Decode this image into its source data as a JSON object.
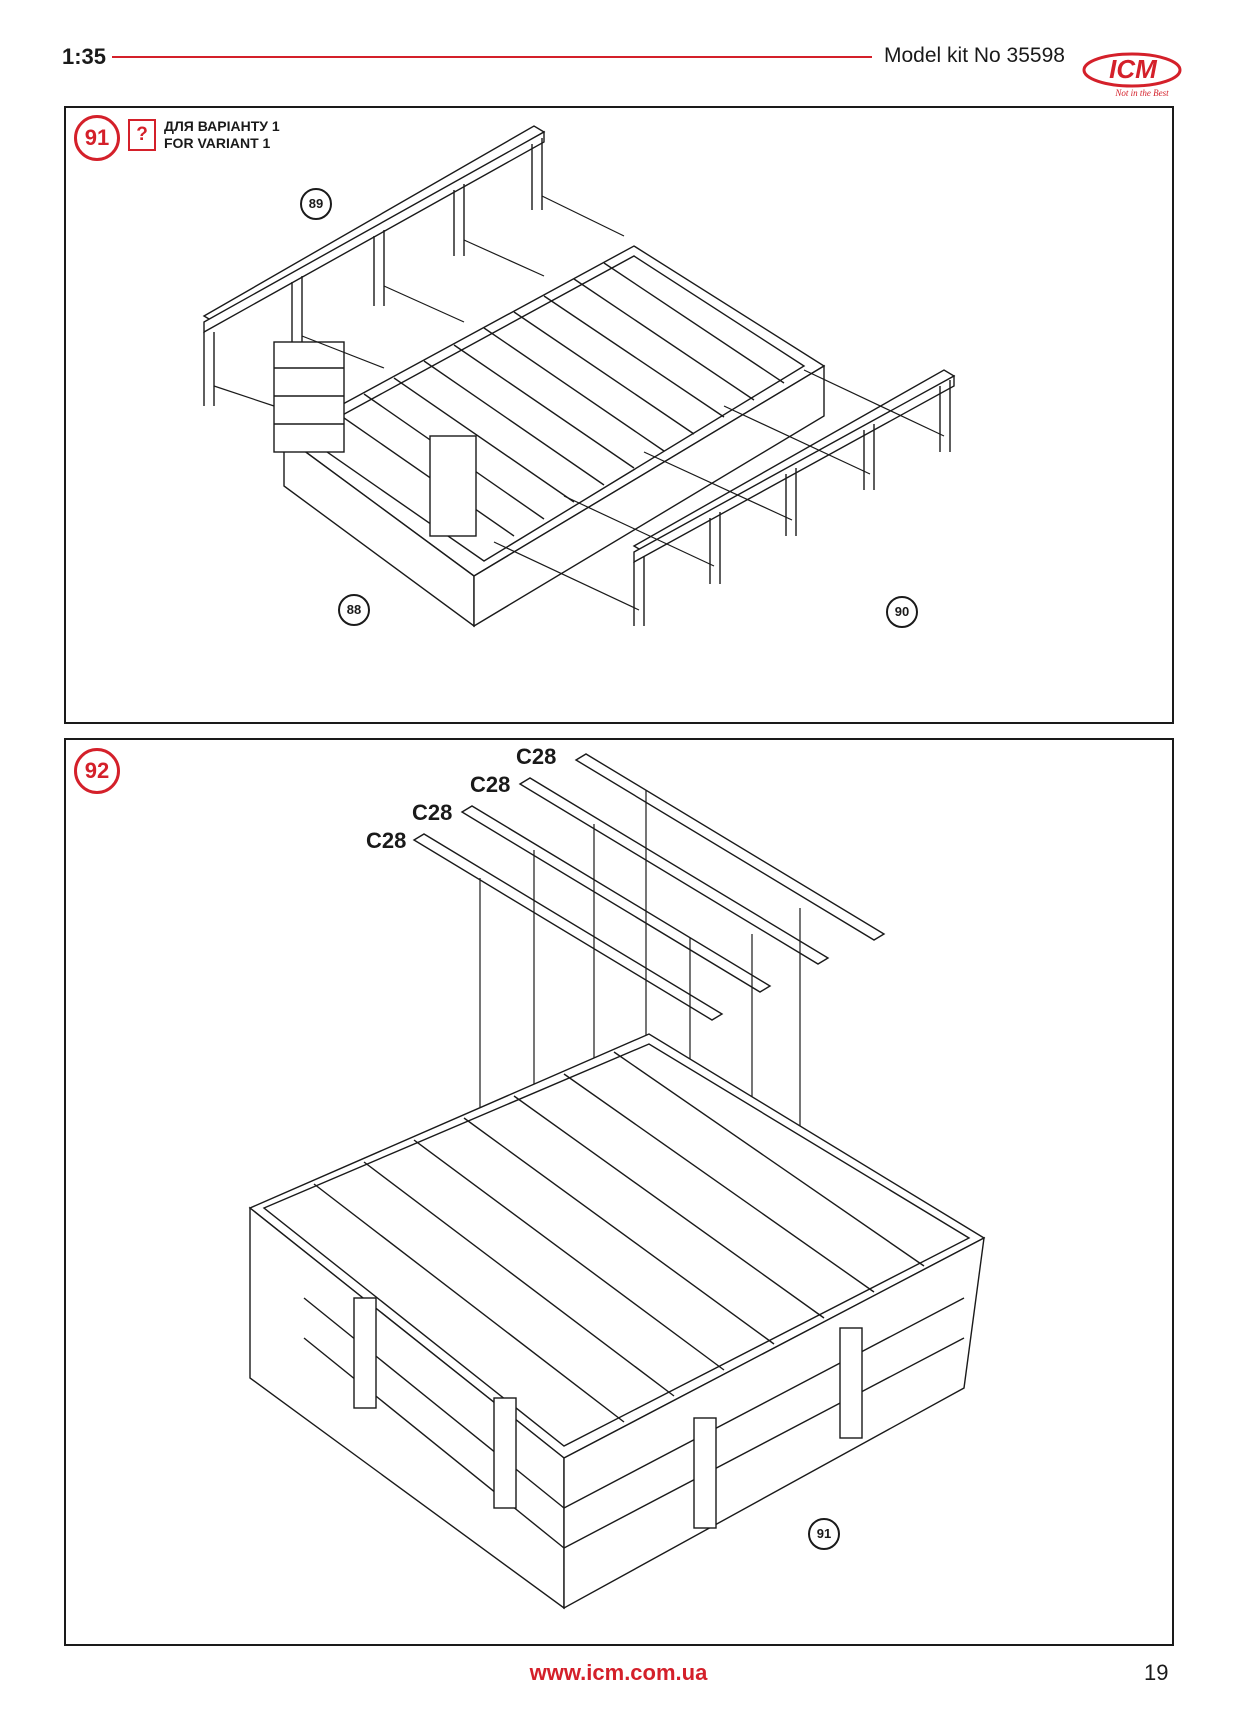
{
  "header": {
    "scale": "1:35",
    "kit_label": "Model kit No 35598",
    "logo_text": "ICM",
    "logo_tagline": "Not in the Best"
  },
  "step91": {
    "number": "91",
    "info_icon": "?",
    "variant_ua": "ДЛЯ ВАРІАНТУ 1",
    "variant_en": "FOR VARIANT 1",
    "callouts": [
      "89",
      "88",
      "90"
    ]
  },
  "step92": {
    "number": "92",
    "parts": [
      "C28",
      "C28",
      "C28",
      "C28"
    ],
    "callouts": [
      "91"
    ]
  },
  "footer": {
    "url": "www.icm.com.ua",
    "page": "19"
  },
  "colors": {
    "accent": "#d4202a",
    "ink": "#1a1a1a"
  }
}
